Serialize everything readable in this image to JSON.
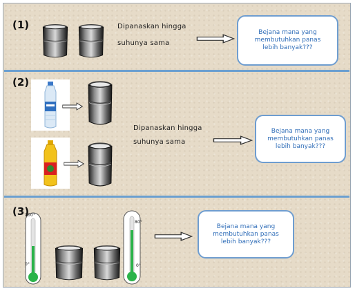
{
  "sections": [
    {
      "number": "(1)",
      "label_line1": "Dipanaskan hingga",
      "label_line2": "suhunya sama",
      "bubble": "Bejana mana yang\nmembutuhkan panas\nlebih banyak???"
    },
    {
      "number": "(2)",
      "label_line1": "Dipanaskan hingga",
      "label_line2": "suhunya sama",
      "bubble": "Bejana mana yang\nmembutuhkan panas\nlebih banyak???"
    },
    {
      "number": "(3)",
      "thermo_left": {
        "top_label": "100°",
        "bottom_label": "0°"
      },
      "thermo_right": {
        "top_label": "80°",
        "bottom_label": "0°"
      },
      "bubble": "Bejana mana yang\nmembutuhkan panas\nlebih banyak???"
    }
  ]
}
